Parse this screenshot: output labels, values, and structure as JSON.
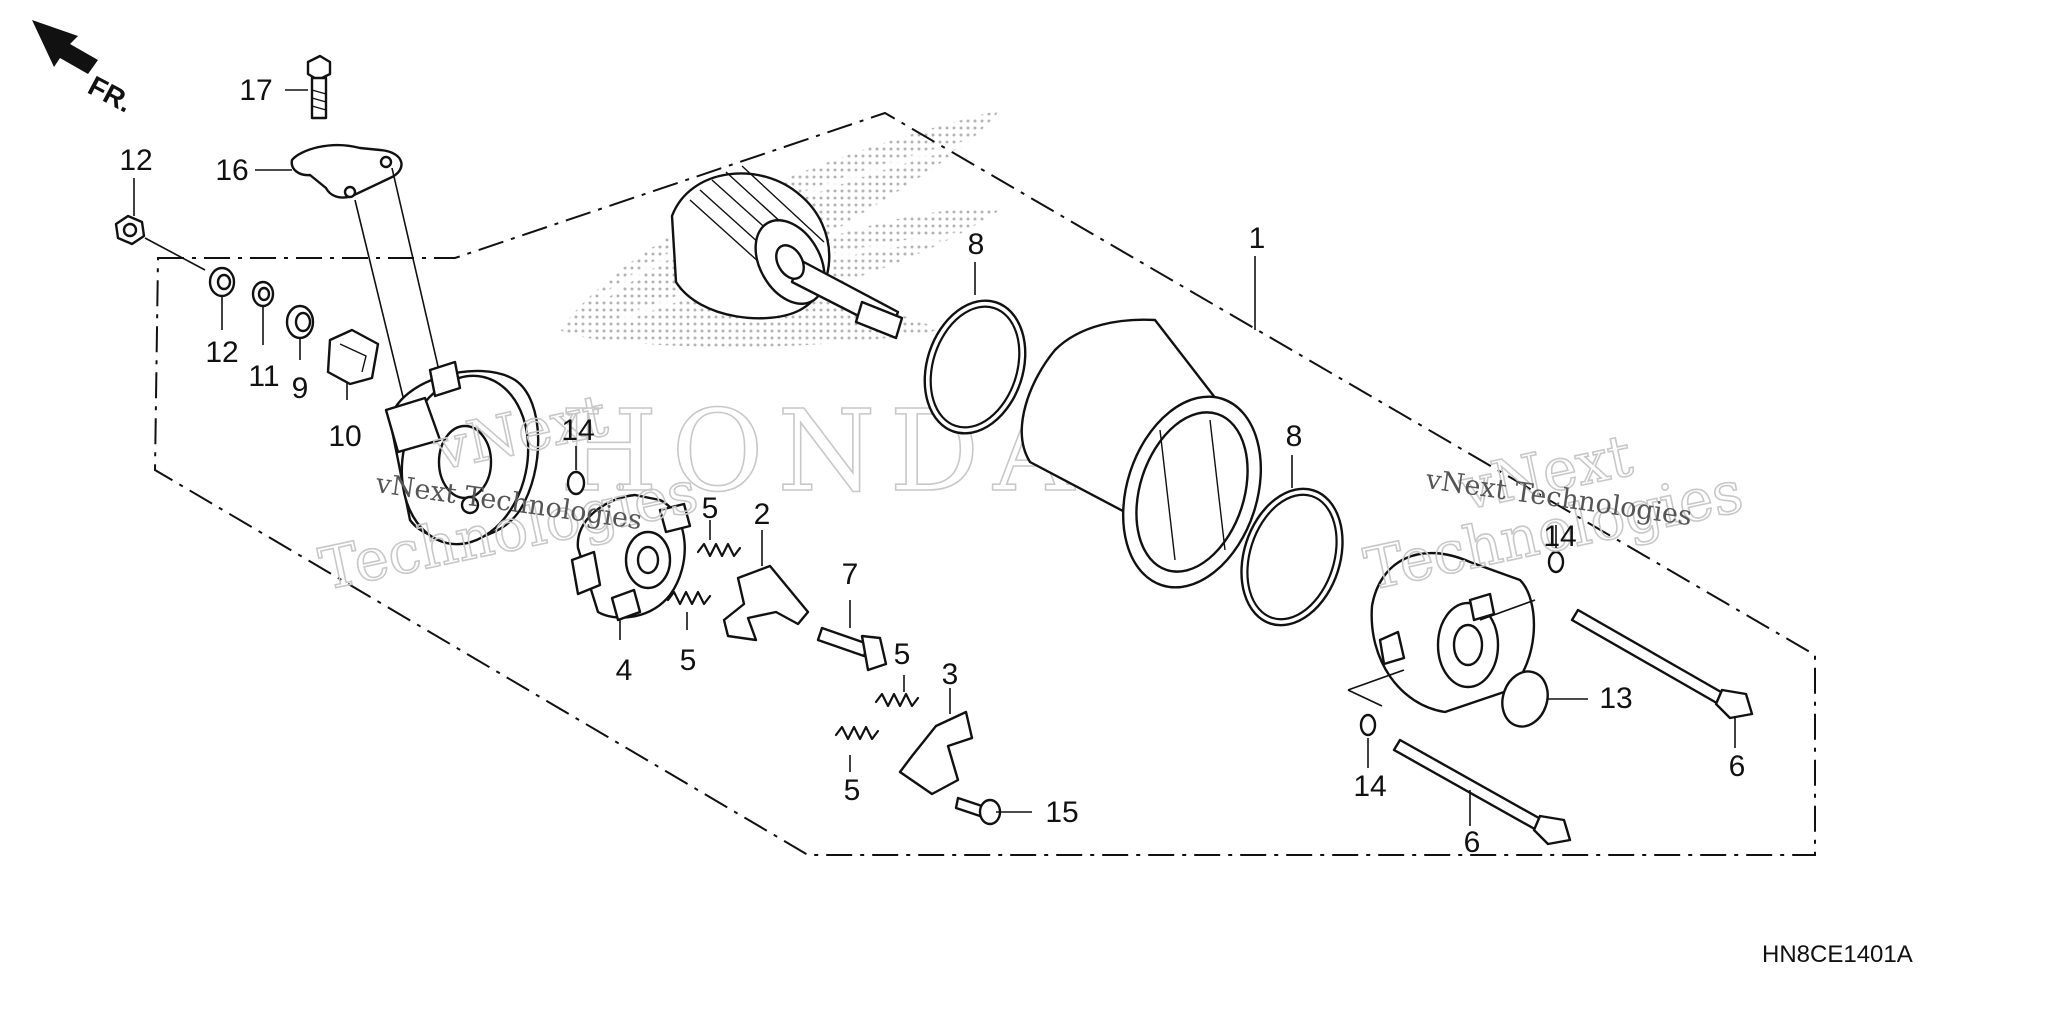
{
  "diagram": {
    "code": "HN8CE1401A",
    "direction_label": "FR.",
    "watermarks": [
      "vNext",
      "Technologies",
      "vNext Technologies"
    ],
    "logo_text": "HONDA",
    "callouts": [
      {
        "id": "c1",
        "label": "1"
      },
      {
        "id": "c2",
        "label": "2"
      },
      {
        "id": "c3",
        "label": "3"
      },
      {
        "id": "c4",
        "label": "4"
      },
      {
        "id": "c5a",
        "label": "5"
      },
      {
        "id": "c5b",
        "label": "5"
      },
      {
        "id": "c5c",
        "label": "5"
      },
      {
        "id": "c5d",
        "label": "5"
      },
      {
        "id": "c6a",
        "label": "6"
      },
      {
        "id": "c6b",
        "label": "6"
      },
      {
        "id": "c7",
        "label": "7"
      },
      {
        "id": "c8a",
        "label": "8"
      },
      {
        "id": "c8b",
        "label": "8"
      },
      {
        "id": "c9",
        "label": "9"
      },
      {
        "id": "c10",
        "label": "10"
      },
      {
        "id": "c11",
        "label": "11"
      },
      {
        "id": "c12a",
        "label": "12"
      },
      {
        "id": "c12b",
        "label": "12"
      },
      {
        "id": "c13",
        "label": "13"
      },
      {
        "id": "c14a",
        "label": "14"
      },
      {
        "id": "c14b",
        "label": "14"
      },
      {
        "id": "c14c",
        "label": "14"
      },
      {
        "id": "c15",
        "label": "15"
      },
      {
        "id": "c16",
        "label": "16"
      },
      {
        "id": "c17",
        "label": "17"
      }
    ]
  }
}
